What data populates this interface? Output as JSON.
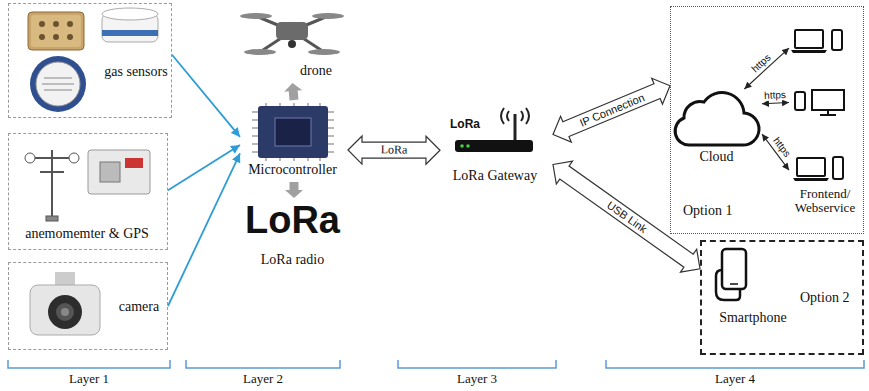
{
  "diagram": {
    "nodes": [
      {
        "text": [
          "gas sensors"
        ]
      },
      {
        "text": [
          "anemomemter & GPS"
        ]
      },
      {
        "text": [
          "camera"
        ]
      },
      {
        "text": [
          "drone"
        ]
      },
      {
        "text": [
          "Microcontroller"
        ]
      },
      {
        "text": [
          "LoRa",
          "LoRa radio"
        ]
      },
      {
        "text": [
          "LoRa",
          "LoRa Gateway"
        ]
      },
      {
        "text": [
          "Option 1"
        ]
      },
      {
        "text": [
          "Cloud"
        ],
        "in": 7
      },
      {
        "text": [
          "Frontend/ Webservice"
        ],
        "in": 7
      },
      {
        "text": [
          "Option 2"
        ]
      },
      {
        "text": [
          "Smartphone"
        ],
        "in": 10
      }
    ],
    "edges": [
      {
        "from": 0,
        "to": 4,
        "arrow": "to"
      },
      {
        "from": 1,
        "to": 4,
        "arrow": "to"
      },
      {
        "from": 2,
        "to": 4,
        "arrow": "to"
      },
      {
        "from": 4,
        "to": 3,
        "arrow": "to"
      },
      {
        "from": 4,
        "to": 5,
        "arrow": "to"
      },
      {
        "from": 4,
        "to": 6,
        "label": "LoRa",
        "arrow": "both"
      },
      {
        "from": 6,
        "to": 7,
        "label": "IP Connection",
        "arrow": "both"
      },
      {
        "from": 6,
        "to": 10,
        "label": "USB Link",
        "arrow": "both"
      },
      {
        "from": 8,
        "to": 9,
        "label": "https",
        "arrow": "both"
      },
      {
        "from": 8,
        "to": 9,
        "label": "https",
        "arrow": "both"
      },
      {
        "from": 8,
        "to": 9,
        "label": "https",
        "arrow": "both"
      }
    ],
    "labels": [
      "Layer 1",
      "Layer 2",
      "Layer 3",
      "Layer 4"
    ]
  }
}
